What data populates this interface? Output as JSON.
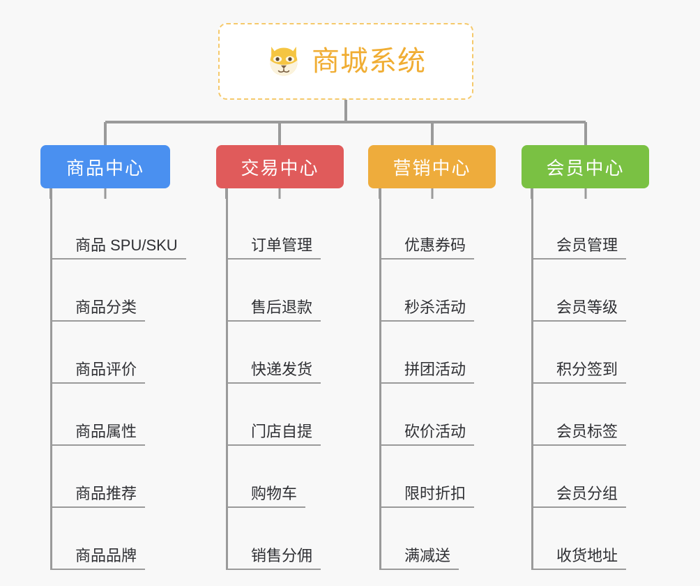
{
  "root": {
    "title": "商城系统",
    "icon": "shiba-dog-icon",
    "border_color": "#f5c96b",
    "text_color": "#f0ad33"
  },
  "background_color": "#f8f8f8",
  "connector_color": "#9a9a9a",
  "branches": [
    {
      "label": "商品中心",
      "color": "#4a90f0",
      "leaves": [
        "商品 SPU/SKU",
        "商品分类",
        "商品评价",
        "商品属性",
        "商品推荐",
        "商品品牌"
      ]
    },
    {
      "label": "交易中心",
      "color": "#e05b5b",
      "leaves": [
        "订单管理",
        "售后退款",
        "快递发货",
        "门店自提",
        "购物车",
        "销售分佣"
      ]
    },
    {
      "label": "营销中心",
      "color": "#eeac3c",
      "leaves": [
        "优惠券码",
        "秒杀活动",
        "拼团活动",
        "砍价活动",
        "限时折扣",
        "满减送"
      ]
    },
    {
      "label": "会员中心",
      "color": "#7ac143",
      "leaves": [
        "会员管理",
        "会员等级",
        "积分签到",
        "会员标签",
        "会员分组",
        "收货地址"
      ]
    }
  ]
}
